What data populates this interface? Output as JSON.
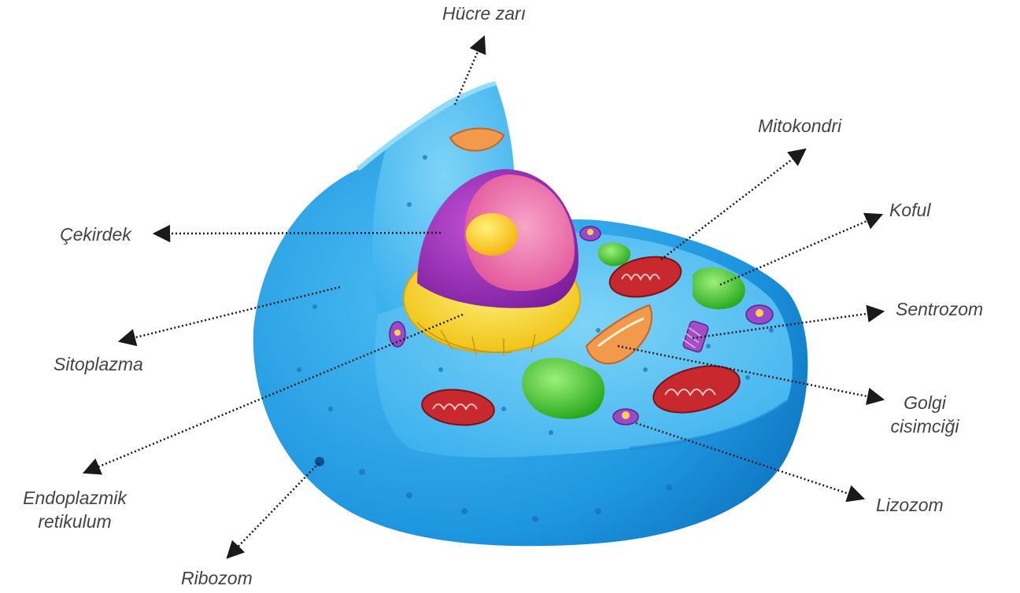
{
  "labels": {
    "cell_membrane": "Hücre zarı",
    "mitochondria": "Mitokondri",
    "nucleus": "Çekirdek",
    "vacuole": "Koful",
    "cytoplasm": "Sitoplazma",
    "centrosome": "Sentrozom",
    "golgi_line1": "Golgi",
    "golgi_line2": "cisimciği",
    "er_line1": "Endoplazmik",
    "er_line2": "retikulum",
    "lysosome": "Lizozom",
    "ribosome": "Ribozom"
  },
  "colors": {
    "cytoplasm": "#29a3e6",
    "cytoplasm_inner": "#56c1f2",
    "nucleus_envelope": "#f2d230",
    "nucleus_inner": "#ea5fa3",
    "nucleolus": "#ffd21f",
    "mitochondria": "#c7292e",
    "vacuole": "#3dc62e",
    "golgi": "#f09a4a",
    "lysosome": "#9b48c9",
    "label_text": "#444444"
  }
}
